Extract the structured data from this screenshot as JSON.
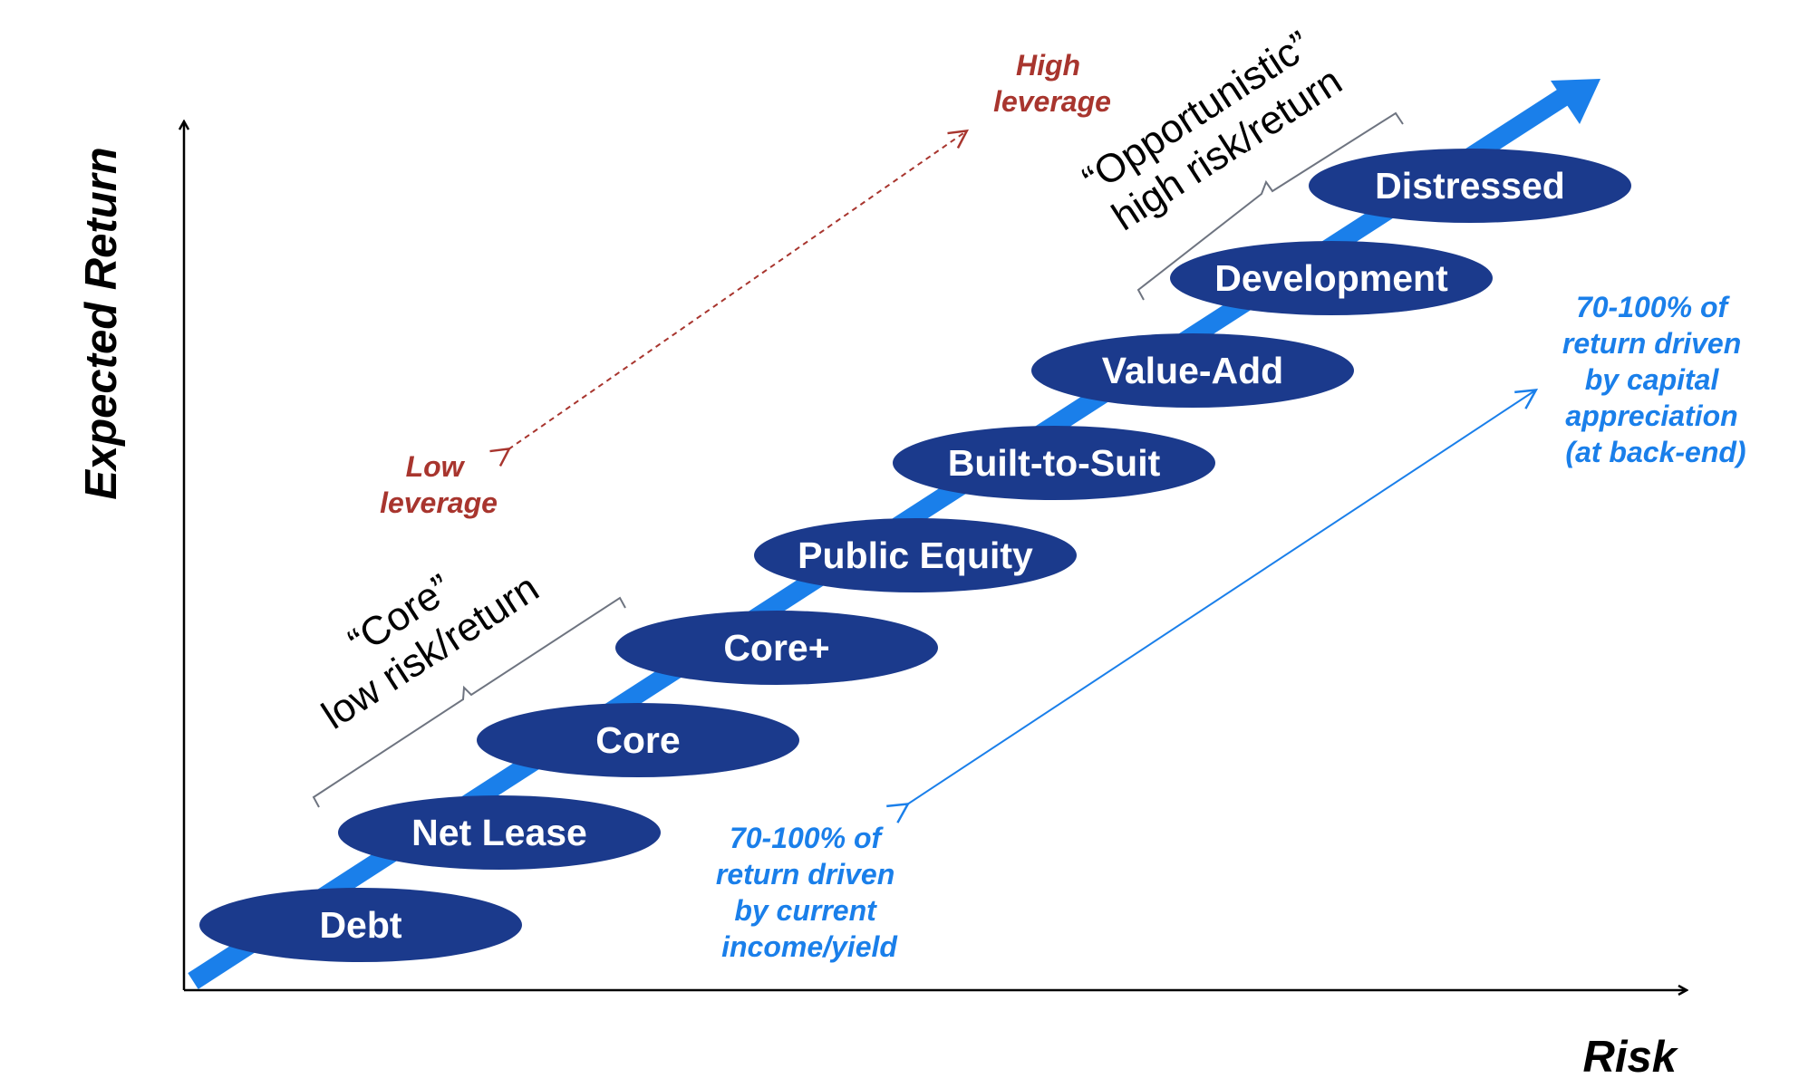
{
  "axes": {
    "y_label": "Expected Return",
    "x_label": "Risk"
  },
  "steps": [
    {
      "label": "Debt"
    },
    {
      "label": "Net Lease"
    },
    {
      "label": "Core"
    },
    {
      "label": "Core+"
    },
    {
      "label": "Public Equity"
    },
    {
      "label": "Built-to-Suit"
    },
    {
      "label": "Value-Add"
    },
    {
      "label": "Development"
    },
    {
      "label": "Distressed"
    }
  ],
  "leverage": {
    "high": [
      "High",
      "leverage"
    ],
    "low": [
      "Low",
      "leverage"
    ]
  },
  "brackets": {
    "core": [
      "“Core”",
      "low risk/return"
    ],
    "opportunistic": [
      "“Opportunistic”",
      "high risk/return"
    ]
  },
  "drivers": {
    "income": [
      "70-100% of",
      "return driven",
      "by current",
      "income/yield"
    ],
    "capital": [
      "70-100% of",
      "return driven",
      "by capital",
      "appreciation",
      "(at back-end)"
    ]
  },
  "colors": {
    "ellipse_fill": "#1B3A8C",
    "main_arrow": "#1A7FEA",
    "leverage_red": "#A8352E",
    "driver_blue": "#1A7FEA",
    "bracket_gray": "#6E7480",
    "axis_black": "#000000"
  }
}
